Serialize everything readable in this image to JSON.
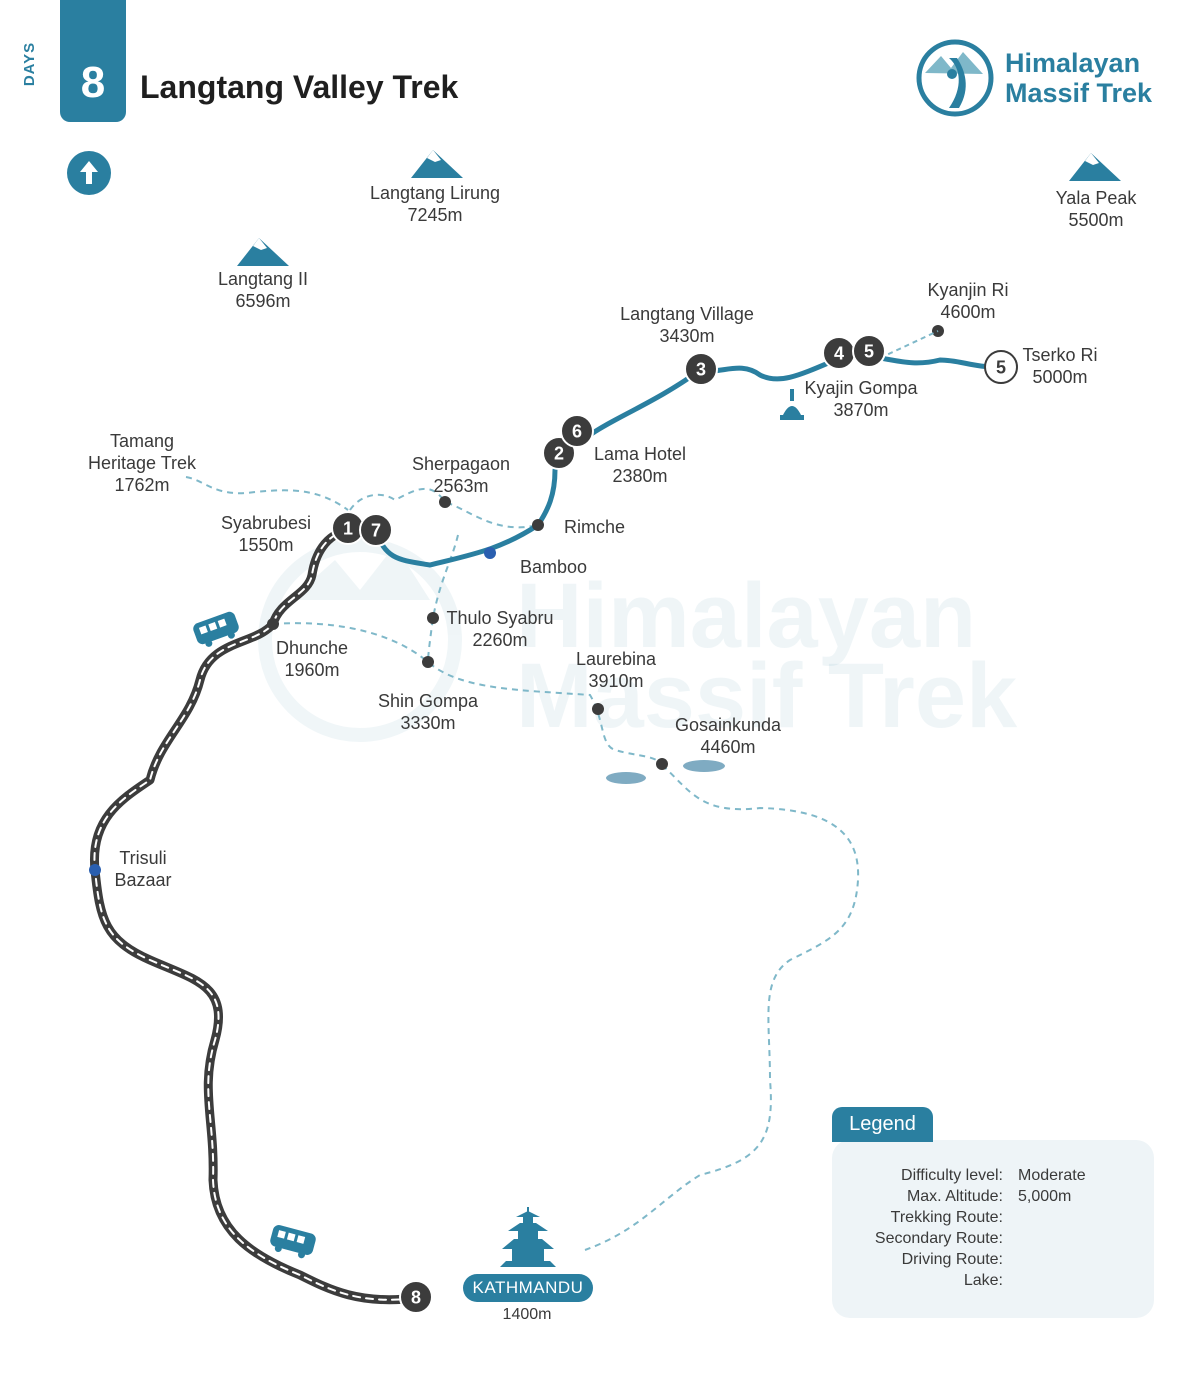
{
  "header": {
    "days_word": "DAYS",
    "days_count": "8",
    "title": "Langtang Valley Trek"
  },
  "brand": {
    "line1": "Himalayan",
    "line2": "Massif Trek"
  },
  "watermark": {
    "line1": "Himalayan",
    "line2": "Massif Trek"
  },
  "colors": {
    "accent": "#2a7fa0",
    "road": "#3c3c3c",
    "stop_marker": "#3c3c3c",
    "lake": "#7fabc2"
  },
  "peaks": [
    {
      "name": "Langtang Lirung",
      "elev": "7245m"
    },
    {
      "name": "Langtang II",
      "elev": "6596m"
    },
    {
      "name": "Yala Peak",
      "elev": "5500m"
    }
  ],
  "places": {
    "langtang_village": {
      "name": "Langtang Village",
      "elev": "3430m"
    },
    "kyanjin_ri": {
      "name": "Kyanjin Ri",
      "elev": "4600m"
    },
    "tserko_ri": {
      "name": "Tserko Ri",
      "elev": "5000m"
    },
    "kyajin_gompa": {
      "name": "Kyajin Gompa",
      "elev": "3870m"
    },
    "lama_hotel": {
      "name": "Lama Hotel",
      "elev": "2380m"
    },
    "tamang": {
      "line1": "Tamang",
      "line2": "Heritage Trek",
      "elev": "1762m"
    },
    "sherpagaon": {
      "name": "Sherpagaon",
      "elev": "2563m"
    },
    "rimche": {
      "name": "Rimche"
    },
    "syabrubesi": {
      "name": "Syabrubesi",
      "elev": "1550m"
    },
    "bamboo": {
      "name": "Bamboo"
    },
    "thulo_syabru": {
      "name": "Thulo Syabru",
      "elev": "2260m"
    },
    "dhunche": {
      "name": "Dhunche",
      "elev": "1960m"
    },
    "laurebina": {
      "name": "Laurebina",
      "elev": "3910m"
    },
    "shin_gompa": {
      "name": "Shin Gompa",
      "elev": "3330m"
    },
    "gosainkunda": {
      "name": "Gosainkunda",
      "elev": "4460m"
    },
    "trisuli": {
      "line1": "Trisuli",
      "line2": "Bazaar"
    },
    "kathmandu": {
      "name": "KATHMANDU",
      "elev": "1400m"
    }
  },
  "day_markers": [
    "1",
    "7",
    "2",
    "6",
    "3",
    "4",
    "5",
    "5",
    "8"
  ],
  "legend": {
    "title": "Legend",
    "rows": [
      {
        "key": "Difficulty level:",
        "value": "Moderate"
      },
      {
        "key": "Max. Altitude:",
        "value": "5,000m"
      },
      {
        "key": "Trekking Route:",
        "value": ""
      },
      {
        "key": "Secondary Route:",
        "value": ""
      },
      {
        "key": "Driving Route:",
        "value": ""
      },
      {
        "key": "Lake:",
        "value": ""
      }
    ]
  },
  "icons": {
    "north": "north-arrow-icon",
    "peak": "mountain-peak-icon",
    "bus": "bus-icon",
    "stupa": "stupa-icon",
    "pagoda": "pagoda-temple-icon",
    "logo": "climber-logo-icon"
  }
}
